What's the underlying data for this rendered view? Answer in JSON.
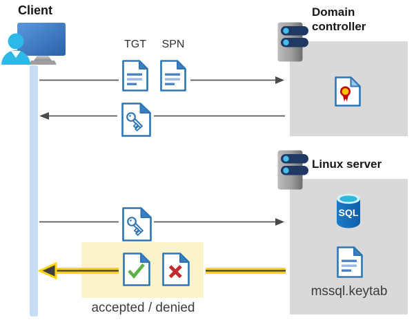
{
  "client": {
    "label": "Client"
  },
  "domain_controller": {
    "label": "Domain controller"
  },
  "linux_server": {
    "label": "Linux server",
    "sql_label": "SQL",
    "keytab_file": "mssql.keytab"
  },
  "flows": [
    {
      "from": "client",
      "to": "domain-controller",
      "direction": "right",
      "ticket_labels": [
        "TGT",
        "SPN"
      ],
      "icons": [
        "document-icon",
        "document-icon"
      ]
    },
    {
      "from": "domain-controller",
      "to": "client",
      "direction": "left",
      "icons": [
        "key-document-icon"
      ]
    },
    {
      "from": "client",
      "to": "linux-server",
      "direction": "right",
      "icons": [
        "key-document-icon"
      ]
    },
    {
      "from": "linux-server",
      "to": "client",
      "direction": "left",
      "highlighted": true,
      "icons": [
        "accepted-check-document-icon",
        "denied-x-document-icon"
      ],
      "result_label": "accepted / denied"
    }
  ],
  "icons": {
    "client": "client-workstation-icon",
    "server": "server-tower-icon",
    "document": "document-icon",
    "key_document": "key-document-icon",
    "certificate": "certificate-document-icon",
    "sql_database": "sql-database-icon",
    "accepted": "accepted-check-document-icon",
    "denied": "denied-x-document-icon"
  },
  "colors": {
    "accent_blue": "#2E75B6",
    "lifeline_blue": "#C7DDF6",
    "box_gray": "#D9D9D9",
    "highlight_bg": "#FAF3CB",
    "highlight_yellow": "#FFD400",
    "arrow_gray": "#595959",
    "accepted_green": "#5CB344",
    "denied_red": "#C02B2B",
    "certificate_gold": "#FFC000",
    "certificate_red": "#C00000",
    "sql_blue": "#1268B8",
    "sql_cyan": "#2EB8DC",
    "server_navy": "#1F3864",
    "person_cyan": "#2EB8E8"
  }
}
